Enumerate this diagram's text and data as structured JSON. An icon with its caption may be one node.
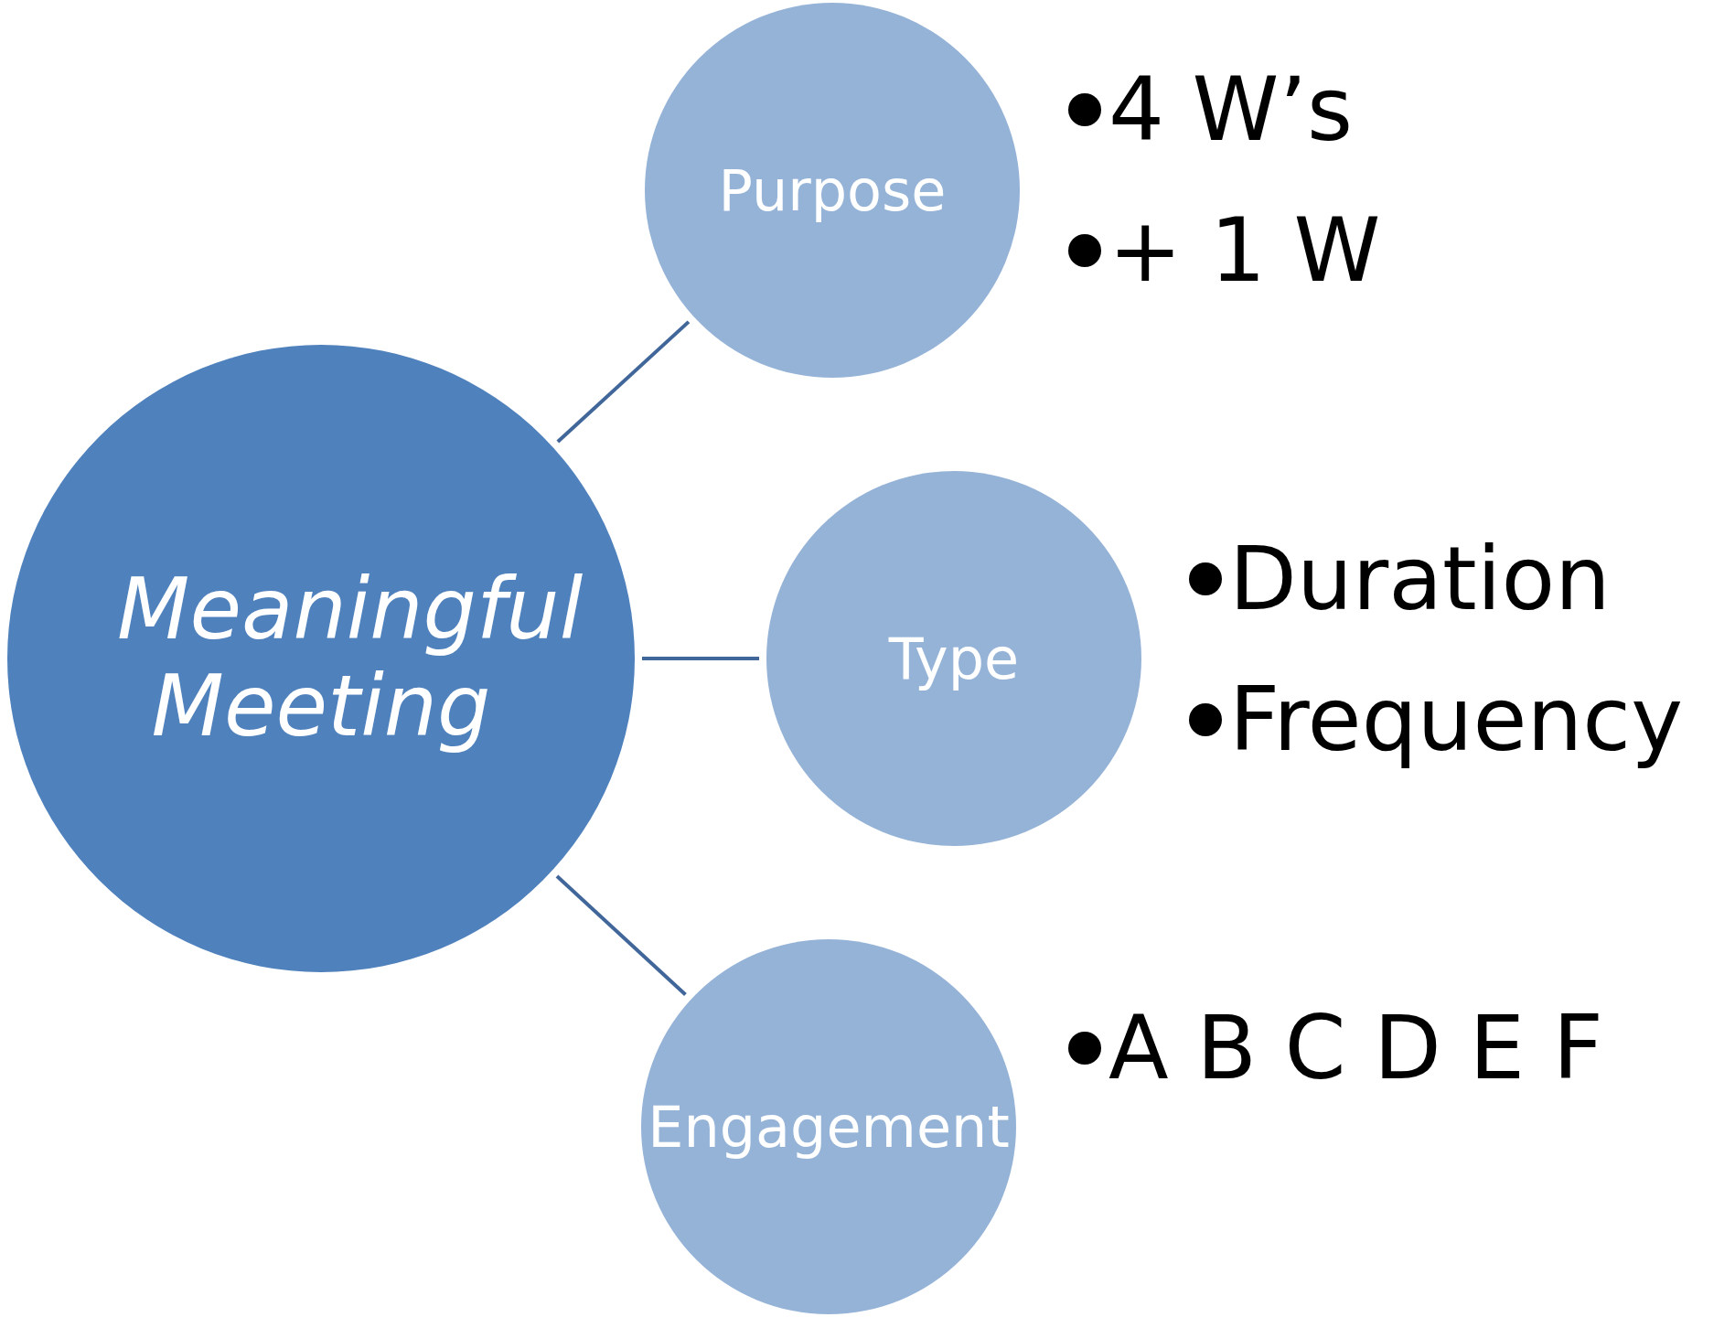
{
  "diagram": {
    "nodes": [
      {
        "text": [
          "Meaningful Meeting"
        ]
      },
      {
        "text": [
          "Purpose"
        ],
        "beside": [
          "4 W’s",
          "+ 1 W"
        ]
      },
      {
        "text": [
          "Type"
        ],
        "beside": [
          "Duration",
          "Frequency"
        ]
      },
      {
        "text": [
          "Engagement"
        ],
        "beside": [
          "A B C D E F"
        ]
      }
    ],
    "edges": [
      {
        "from": 0,
        "to": 1,
        "arrow": "none"
      },
      {
        "from": 0,
        "to": 2,
        "arrow": "none"
      },
      {
        "from": 0,
        "to": 3,
        "arrow": "none"
      }
    ]
  }
}
